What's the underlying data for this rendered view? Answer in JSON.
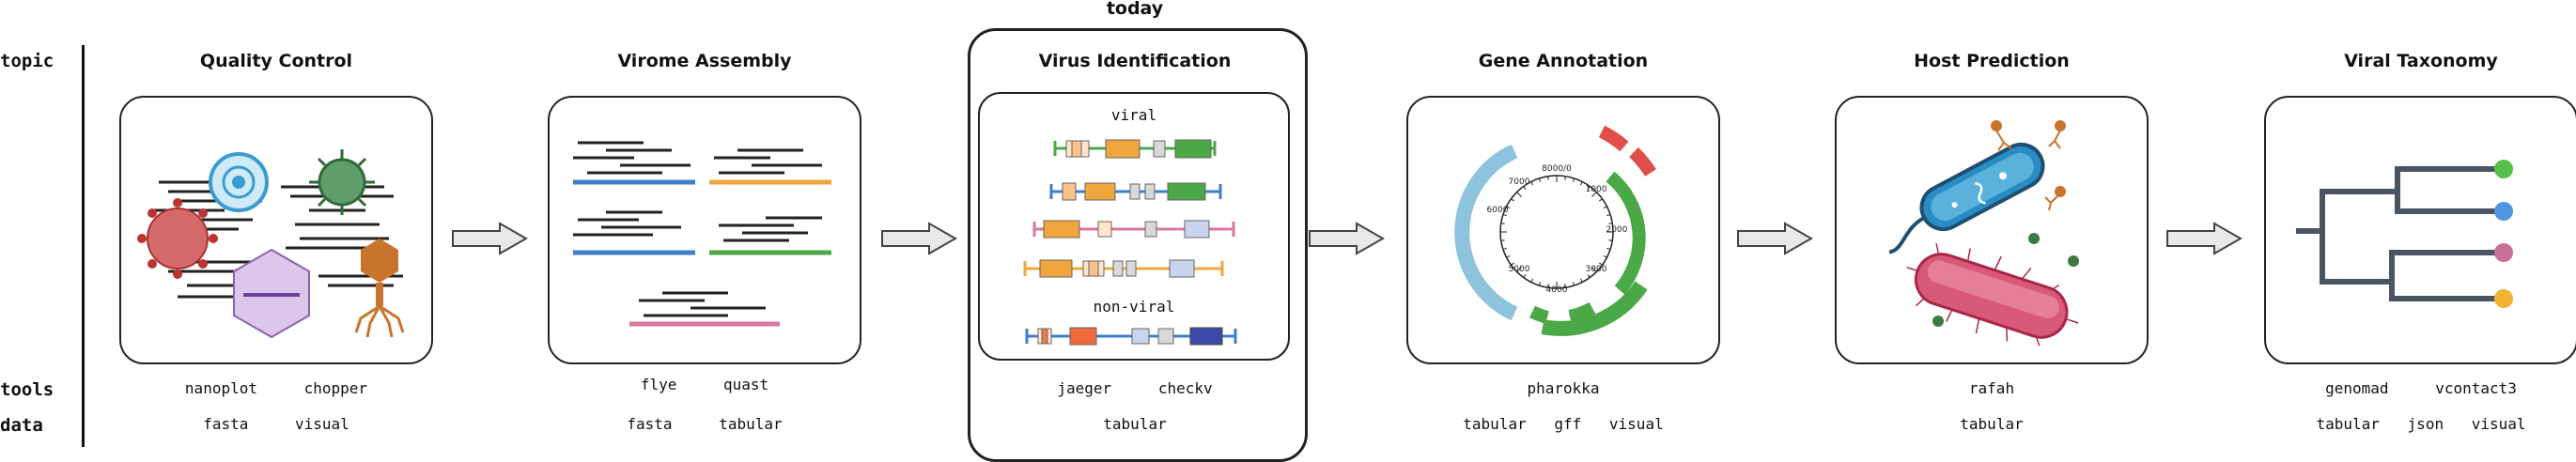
{
  "row_labels": {
    "topic": "topic",
    "tools": "tools",
    "data": "data"
  },
  "highlight_label": "today",
  "stages": [
    {
      "title": "Quality Control",
      "tools": [
        "nanoplot",
        "chopper"
      ],
      "data": [
        "fasta",
        "visual"
      ]
    },
    {
      "title": "Virome Assembly",
      "tools": [
        "flye",
        "quast"
      ],
      "data": [
        "fasta",
        "tabular"
      ]
    },
    {
      "title": "Virus Identification",
      "tools": [
        "jaeger",
        "checkv"
      ],
      "data": [
        "tabular"
      ],
      "labels": {
        "viral": "viral",
        "non_viral": "non-viral"
      }
    },
    {
      "title": "Gene Annotation",
      "tools": [
        "pharokka"
      ],
      "data": [
        "tabular",
        "gff",
        "visual"
      ],
      "ticks": [
        "8000/0",
        "1000",
        "2000",
        "3000",
        "4000",
        "5000",
        "6000",
        "7000"
      ]
    },
    {
      "title": "Host Prediction",
      "tools": [
        "rafah"
      ],
      "data": [
        "tabular"
      ]
    },
    {
      "title": "Viral Taxonomy",
      "tools": [
        "genomad",
        "vcontact3"
      ],
      "data": [
        "tabular",
        "json",
        "visual"
      ]
    }
  ],
  "colors": {
    "ink": "#222222",
    "arrow_fill": "#e8e8e8",
    "blue": "#3f7ecb",
    "orange": "#f0a63c",
    "green": "#4aa847",
    "pink": "#d9779f",
    "red": "#e0504a",
    "light_blue": "#8dc3dc",
    "leaf_green": "#55c04a",
    "leaf_blue": "#4f95e0",
    "leaf_pink": "#c8709a",
    "leaf_orange": "#f2b233"
  },
  "icons": [
    "coronavirus-icon",
    "phage-icon",
    "bacterium-icon",
    "arrow-right-icon"
  ]
}
